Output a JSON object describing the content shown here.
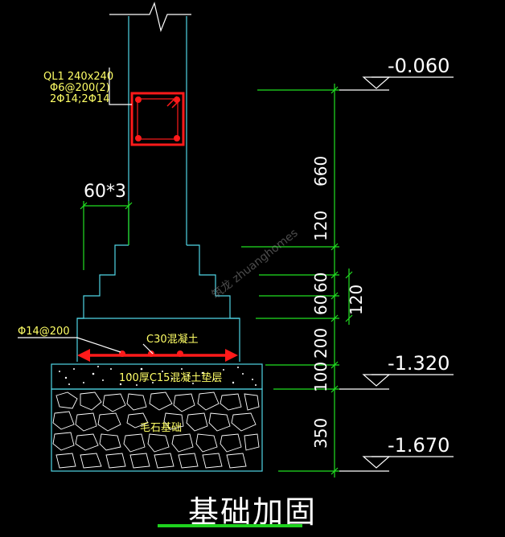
{
  "drawing": {
    "beam_label_line1": "QL1 240x240",
    "beam_label_line2": "Φ6@200(2)",
    "beam_label_line3": "2Φ14;2Φ14",
    "step_dim_label": "60*3",
    "rebar_label": "Φ14@200",
    "concrete_label": "C30混凝土",
    "cushion_label": "100厚C15混凝土垫层",
    "rubble_label": "毛石基础",
    "watermark": "筑龙 zhuanghomes"
  },
  "elevations": {
    "top": "-0.060",
    "mid": "-1.320",
    "bottom": "-1.670"
  },
  "dimensions": {
    "d660": "660",
    "d120a": "120",
    "d60a": "60",
    "d60b": "60",
    "d120b": "120",
    "d200": "200",
    "d100": "100",
    "d350": "350"
  },
  "title": "基础加固",
  "colors": {
    "background": "#000000",
    "outline": "#4fd6e6",
    "dimension": "#21e021",
    "rebar": "#ff1a1a",
    "text": "#ffffff"
  }
}
